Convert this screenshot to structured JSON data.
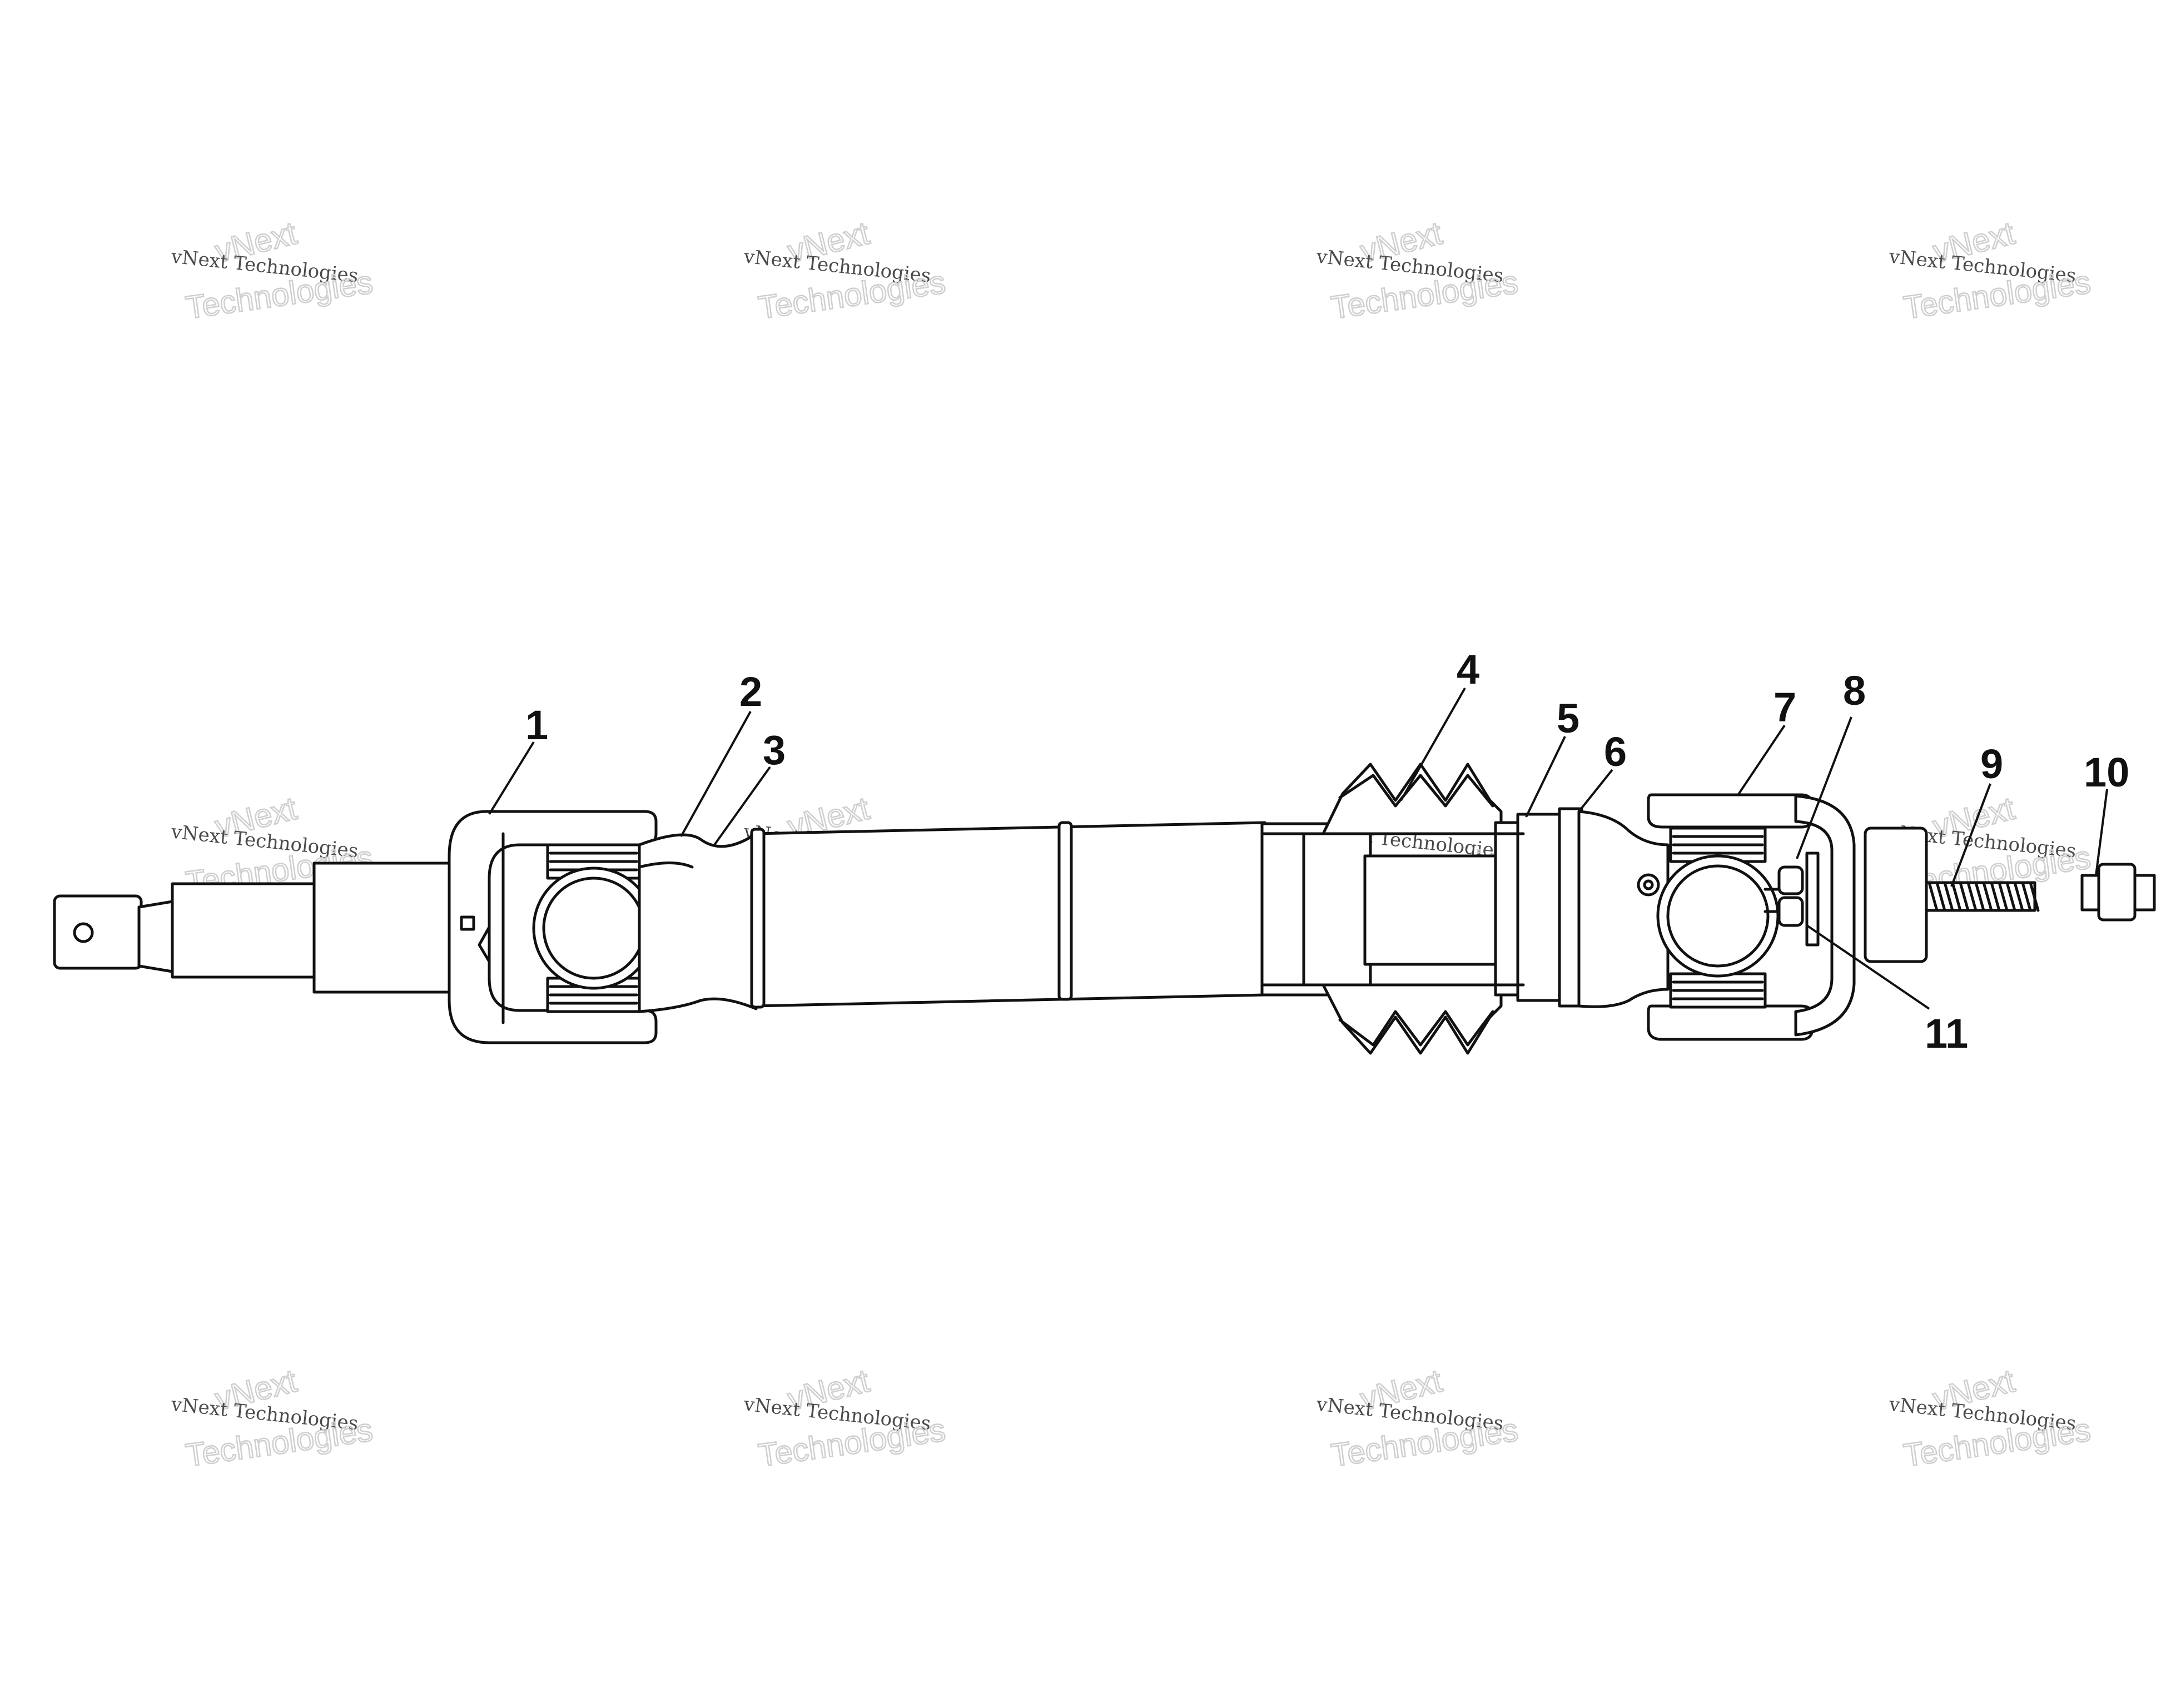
{
  "watermark": {
    "line1": "vNext",
    "line2": "vNext Technologies",
    "line3": "Technologies"
  },
  "callouts": [
    {
      "id": "1",
      "label": "1"
    },
    {
      "id": "2",
      "label": "2"
    },
    {
      "id": "3",
      "label": "3"
    },
    {
      "id": "4",
      "label": "4"
    },
    {
      "id": "5",
      "label": "5"
    },
    {
      "id": "6",
      "label": "6"
    },
    {
      "id": "7",
      "label": "7"
    },
    {
      "id": "8",
      "label": "8"
    },
    {
      "id": "9",
      "label": "9"
    },
    {
      "id": "10",
      "label": "10"
    },
    {
      "id": "11",
      "label": "11"
    }
  ]
}
